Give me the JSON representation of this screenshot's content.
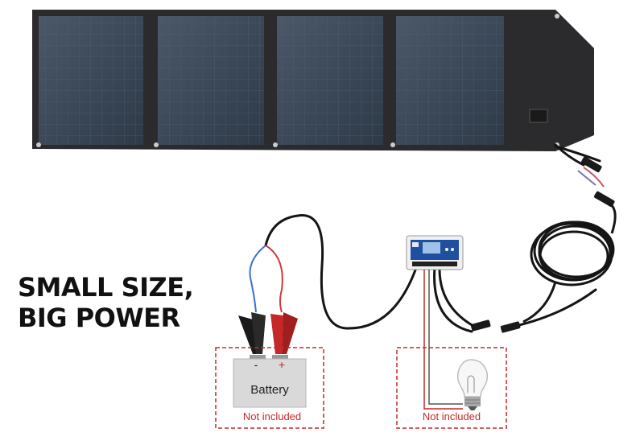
{
  "headline": {
    "line1": "SMALL SIZE,",
    "line2": "BIG POWER"
  },
  "battery": {
    "label": "Battery",
    "negative_sign": "-",
    "positive_sign": "+",
    "note": "Not included"
  },
  "bulb": {
    "note": "Not included"
  },
  "colors": {
    "panel_frame": "#2c2c2e",
    "panel_cell": "#3a4656",
    "note_red": "#c62828",
    "controller_blue": "#1f4fa0",
    "cable": "#151515"
  },
  "icons": [
    "solar-panel-icon",
    "charge-controller-icon",
    "battery-icon",
    "light-bulb-icon",
    "alligator-clip-icon",
    "mc4-connector-icon"
  ]
}
